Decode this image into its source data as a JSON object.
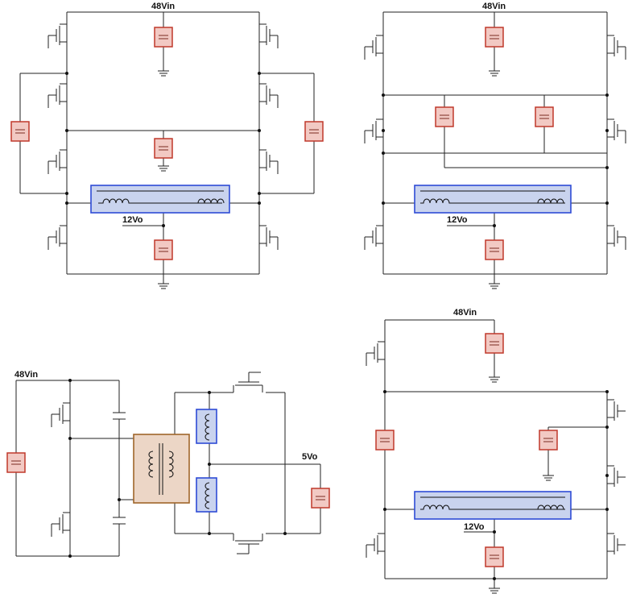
{
  "diagrams": [
    {
      "id": "top-left",
      "input_label": "48Vin",
      "output_label": "12Vo"
    },
    {
      "id": "top-right",
      "input_label": "48Vin",
      "output_label": "12Vo"
    },
    {
      "id": "bottom-left",
      "input_label": "48Vin",
      "output_label": "5Vo"
    },
    {
      "id": "bottom-right",
      "input_label": "48Vin",
      "output_label": "12Vo"
    }
  ],
  "colors": {
    "capacitor_fill": "#f2c9c3",
    "capacitor_border": "#c0392b",
    "inductor_fill": "#c9d3ee",
    "inductor_border": "#2e4bd6",
    "transformer_fill": "#ecd6c6",
    "transformer_border": "#a0652a",
    "wire": "#222222"
  },
  "icons": [
    "capacitor-icon",
    "inductor-icon",
    "transformer-icon",
    "mosfet-icon",
    "ground-icon"
  ]
}
